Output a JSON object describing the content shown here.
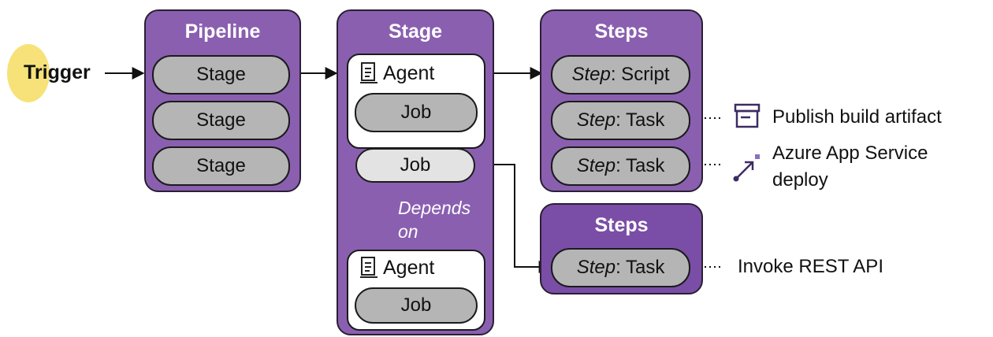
{
  "trigger": {
    "label": "Trigger"
  },
  "pipeline": {
    "title": "Pipeline",
    "stages": [
      "Stage",
      "Stage",
      "Stage"
    ]
  },
  "stage": {
    "title": "Stage",
    "agent1": {
      "label": "Agent",
      "job": "Job"
    },
    "middle_job": "Job",
    "depends_on_line1": "Depends",
    "depends_on_line2": "on",
    "agent2": {
      "label": "Agent",
      "job": "Job"
    }
  },
  "steps1": {
    "title": "Steps",
    "steps": [
      {
        "prefix": "Step",
        "suffix": ": Script"
      },
      {
        "prefix": "Step",
        "suffix": ": Task"
      },
      {
        "prefix": "Step",
        "suffix": ": Task"
      }
    ]
  },
  "steps2": {
    "title": "Steps",
    "steps": [
      {
        "prefix": "Step",
        "suffix": ": Task"
      }
    ]
  },
  "annotations": {
    "publish": "Publish build artifact",
    "azure_line1": "Azure App Service",
    "azure_line2": "deploy",
    "rest": "Invoke REST API"
  },
  "icons": {
    "agent": "server-icon",
    "publish": "archive-box-icon",
    "azure": "diagonal-arrow-icon"
  },
  "colors": {
    "panel": "#8a5fb0",
    "panel_dark": "#7a4ea6",
    "pill": "#b5b5b5",
    "pill_light": "#e3e3e3",
    "highlight": "#f7e27a",
    "icon": "#3d2b63"
  }
}
